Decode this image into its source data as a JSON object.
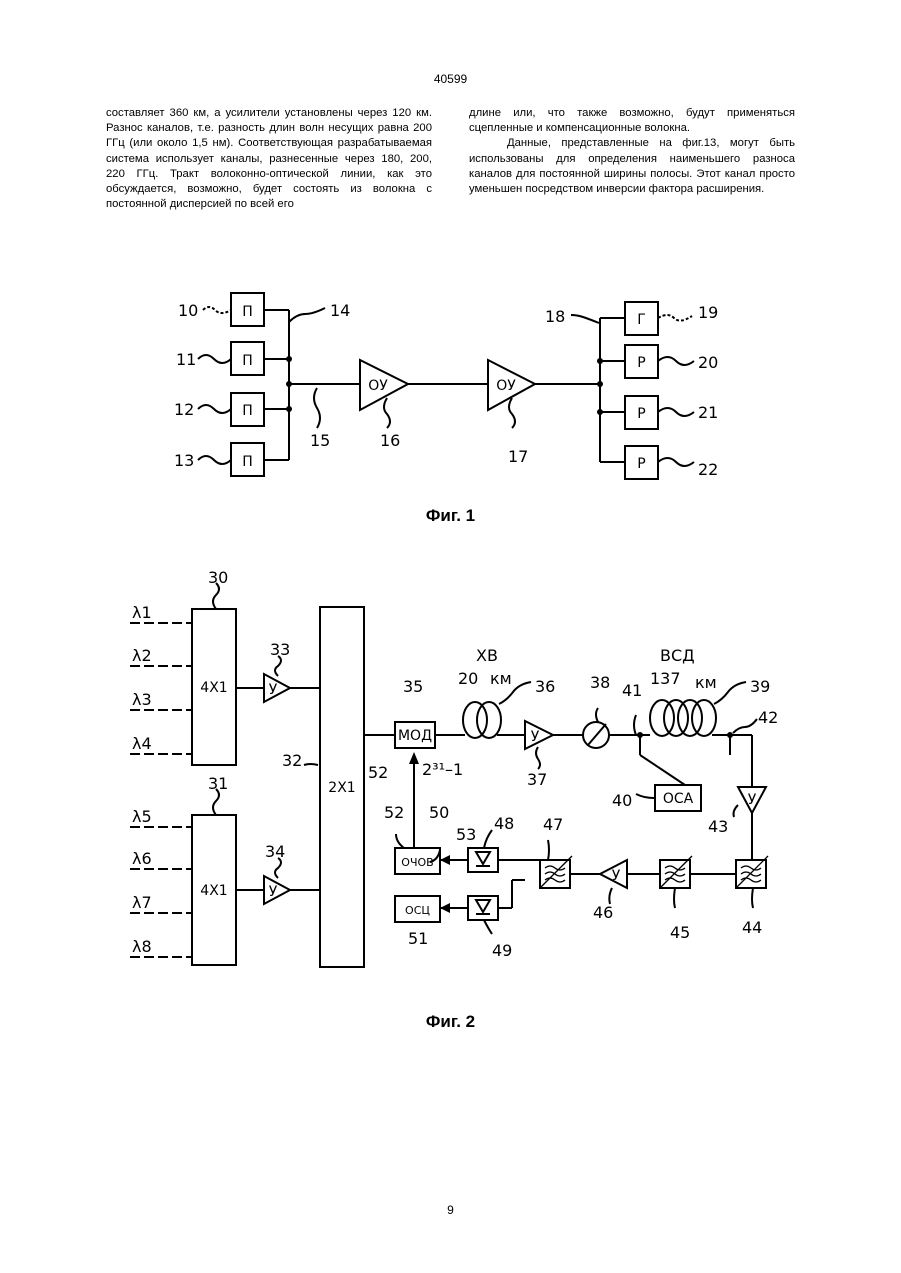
{
  "header": {
    "doc_number": "40599"
  },
  "text": {
    "left_column": "составляет 360 км, а усилители установлены через 120 км. Разнос каналов, т.е. разность длин волн несущих равна 200 ГГц (или около 1,5 нм). Соответствующая разрабатываемая система использует каналы, разнесенные через 180, 200, 220 ГГц. Тракт волоконно-оптической линии, как это обсуждается, возможно, будет состоять из волокна с постоянной дисперсией по всей его",
    "right_column_p1": "длине или, что также возможно, будут применяться сцепленные и компенсационные волокна.",
    "right_column_p2": "Данные, представленные на фиг.13, могут быть использованы для определения наименьшего разноса каналов для постоянной ширины полосы. Этот канал просто уменьшен посредством инверсии фактора расширения."
  },
  "fig1": {
    "caption": "Фиг. 1",
    "transmitter_label": "П",
    "receiver_label": "Р",
    "receiver_top_label": "Г",
    "amplifier_label": "ОУ",
    "refs": [
      "10",
      "11",
      "12",
      "13",
      "14",
      "15",
      "16",
      "17",
      "18",
      "19",
      "20",
      "21",
      "22"
    ]
  },
  "fig2": {
    "caption": "Фиг. 2",
    "lambdas": [
      "λ1",
      "λ2",
      "λ3",
      "λ4",
      "λ5",
      "λ6",
      "λ7",
      "λ8"
    ],
    "mux4_label": "4Х1",
    "mux2_label": "2Х1",
    "amp_label": "У",
    "mod_label": "МОД",
    "ochob_label": "ОЧОВ",
    "osc_label": "ОСЦ",
    "osa_label": "ОСА",
    "fiber1_type": "ХВ",
    "fiber1_length": "20",
    "fiber2_type": "ВСД",
    "fiber2_length": "137",
    "km": "км",
    "prbs_label": "2³¹–1",
    "refs": [
      "30",
      "31",
      "32",
      "33",
      "34",
      "35",
      "36",
      "37",
      "38",
      "39",
      "40",
      "41",
      "42",
      "43",
      "44",
      "45",
      "46",
      "47",
      "48",
      "49",
      "50",
      "51",
      "52",
      "52",
      "53"
    ]
  },
  "footer": {
    "page_number": "9"
  }
}
